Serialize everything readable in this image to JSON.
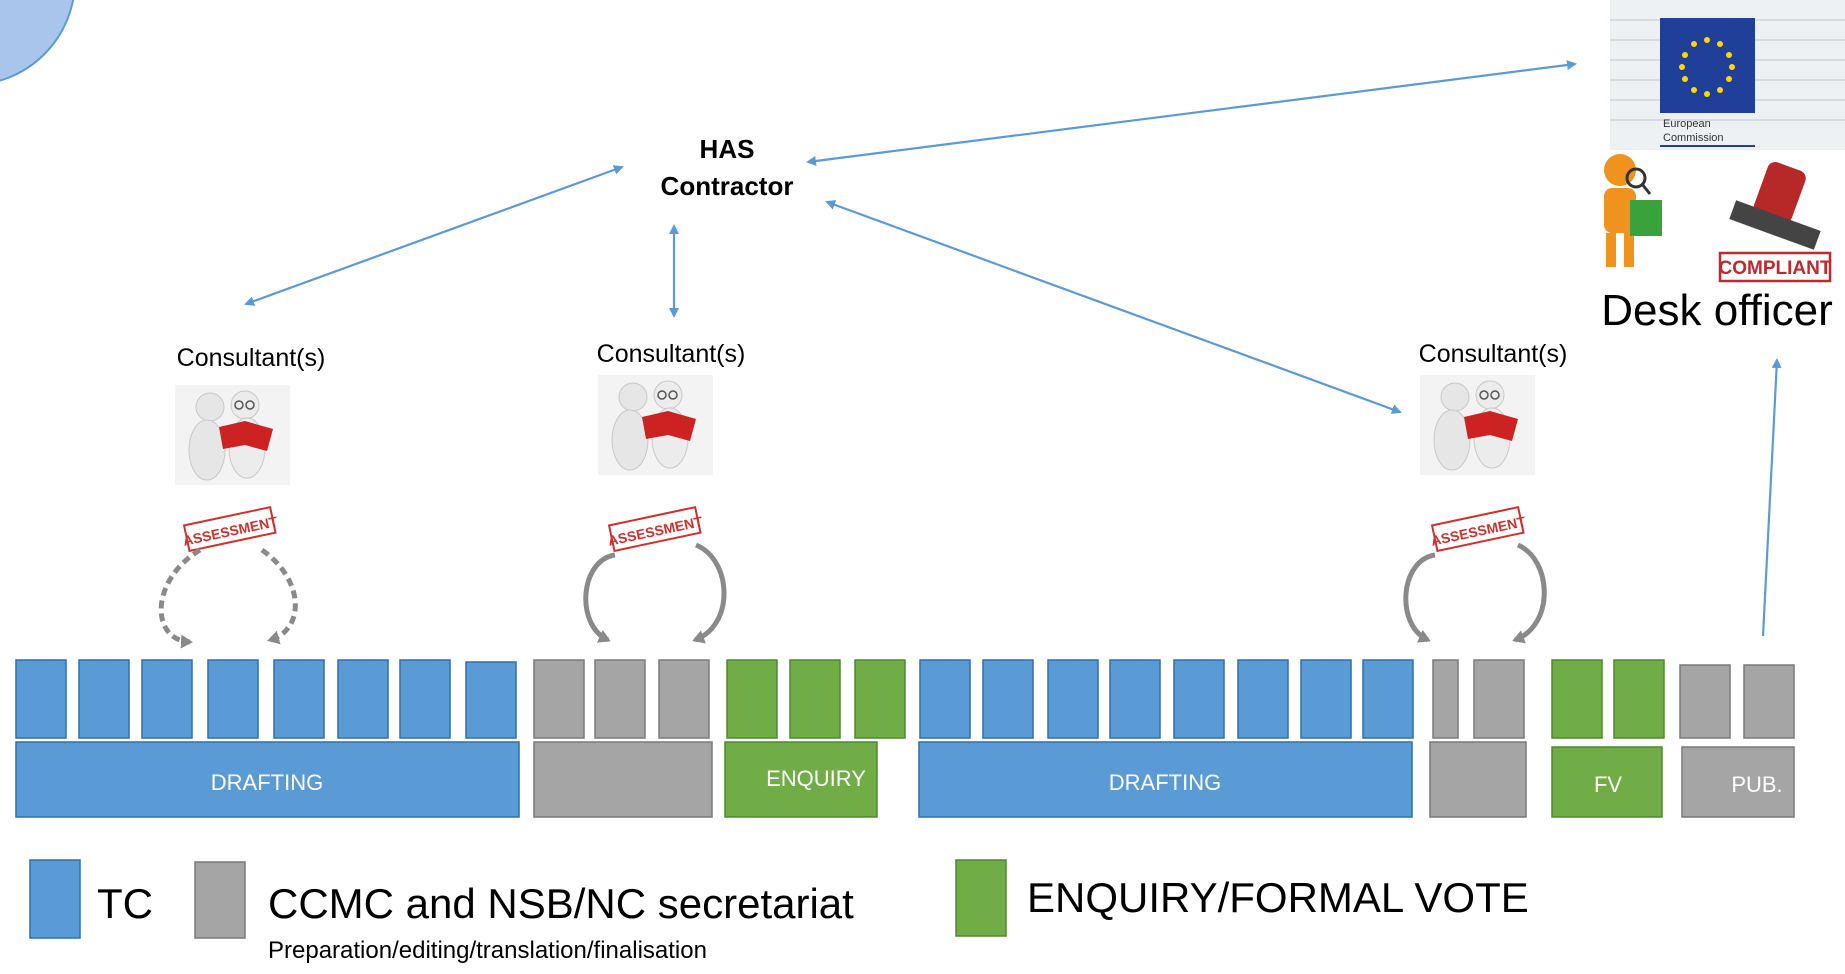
{
  "hub": {
    "line1": "HAS",
    "line2": "Contractor"
  },
  "consultant_label": "Consultant(s)",
  "assessment_stamp": "ASSESSMENT",
  "eu_logo": {
    "line1": "European",
    "line2": "Commission"
  },
  "compliant_stamp": "COMPLIANT",
  "desk_officer": "Desk officer",
  "phases": {
    "drafting": "DRAFTING",
    "enquiry": "ENQUIRY",
    "fv": "FV",
    "pub": "PUB."
  },
  "legend": {
    "tc": "TC",
    "ccmc": "CCMC and NSB/NC secretariat",
    "ccmc_sub": "Preparation/editing/translation/finalisation",
    "enquiry": "ENQUIRY/FORMAL VOTE"
  },
  "colors": {
    "blue": "#5b9bd5",
    "gray": "#a5a5a5",
    "green": "#70ad47",
    "arrow": "#5b9bd5",
    "stamp": "#d0312d"
  }
}
